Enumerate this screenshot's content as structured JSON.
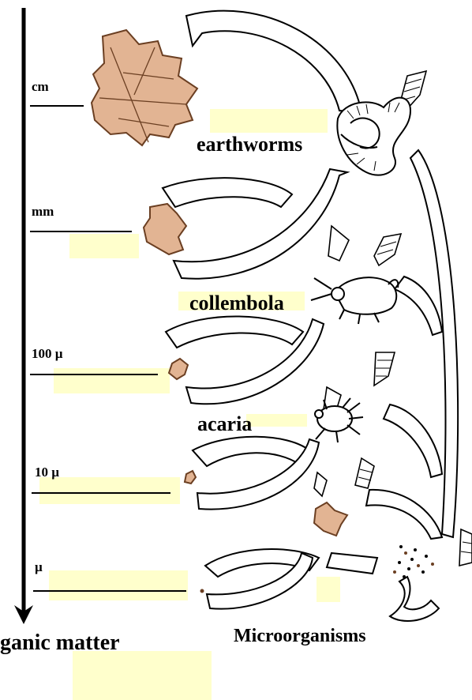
{
  "scale_labels": [
    "cm",
    "mm",
    "100 µ",
    "10 µ",
    "µ"
  ],
  "organisms": {
    "earthworms": "earthworms",
    "collembola": "collembola",
    "acaria": "acaria",
    "microorganisms": "Microorganisms"
  },
  "bottom_label": "ganic matter",
  "colors": {
    "fragment": "#e2b493",
    "fragment_stroke": "#6b3f22",
    "highlight": "#ffffcc",
    "line": "#000000"
  }
}
